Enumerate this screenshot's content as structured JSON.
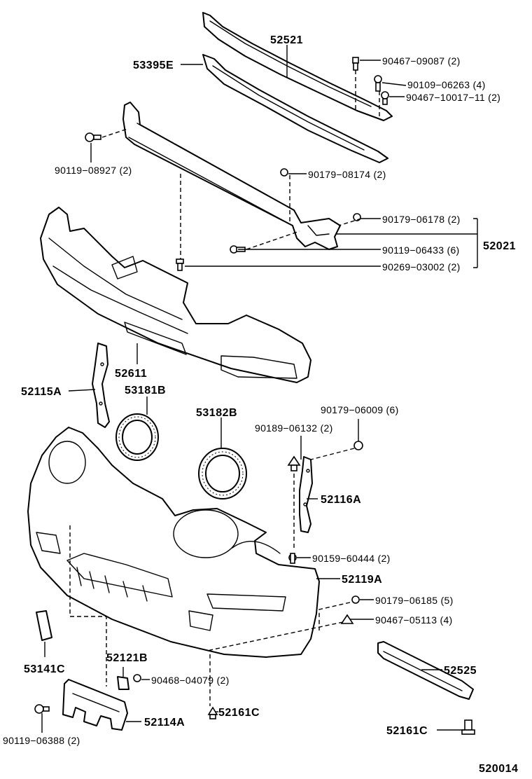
{
  "diagram_code": "520014",
  "parts": {
    "p52521": "52521",
    "p53395E": "53395E",
    "p90467_09087": "90467−09087 (2)",
    "p90109_06263": "90109−06263 (4)",
    "p90467_10017": "90467−10017−11 (2)",
    "p90119_08927": "90119−08927 (2)",
    "p90179_08174": "90179−08174 (2)",
    "p90179_06178": "90179−06178 (2)",
    "p90119_06433": "90119−06433 (6)",
    "p90269_03002": "90269−03002 (2)",
    "p52021": "52021",
    "p52611": "52611",
    "p52115A": "52115A",
    "p53181B": "53181B",
    "p53182B": "53182B",
    "p90179_06009": "90179−06009 (6)",
    "p90189_06132": "90189−06132 (2)",
    "p52116A": "52116A",
    "p90159_60444": "90159−60444 (2)",
    "p52119A": "52119A",
    "p90179_06185": "90179−06185 (5)",
    "p90467_05113": "90467−05113 (4)",
    "p53141C": "53141C",
    "p52121B": "52121B",
    "p90468_04079": "90468−04079 (2)",
    "p52525": "52525",
    "p52161C_a": "52161C",
    "p52114A": "52114A",
    "p52161C_b": "52161C",
    "p90119_06388": "90119−06388 (2)"
  }
}
